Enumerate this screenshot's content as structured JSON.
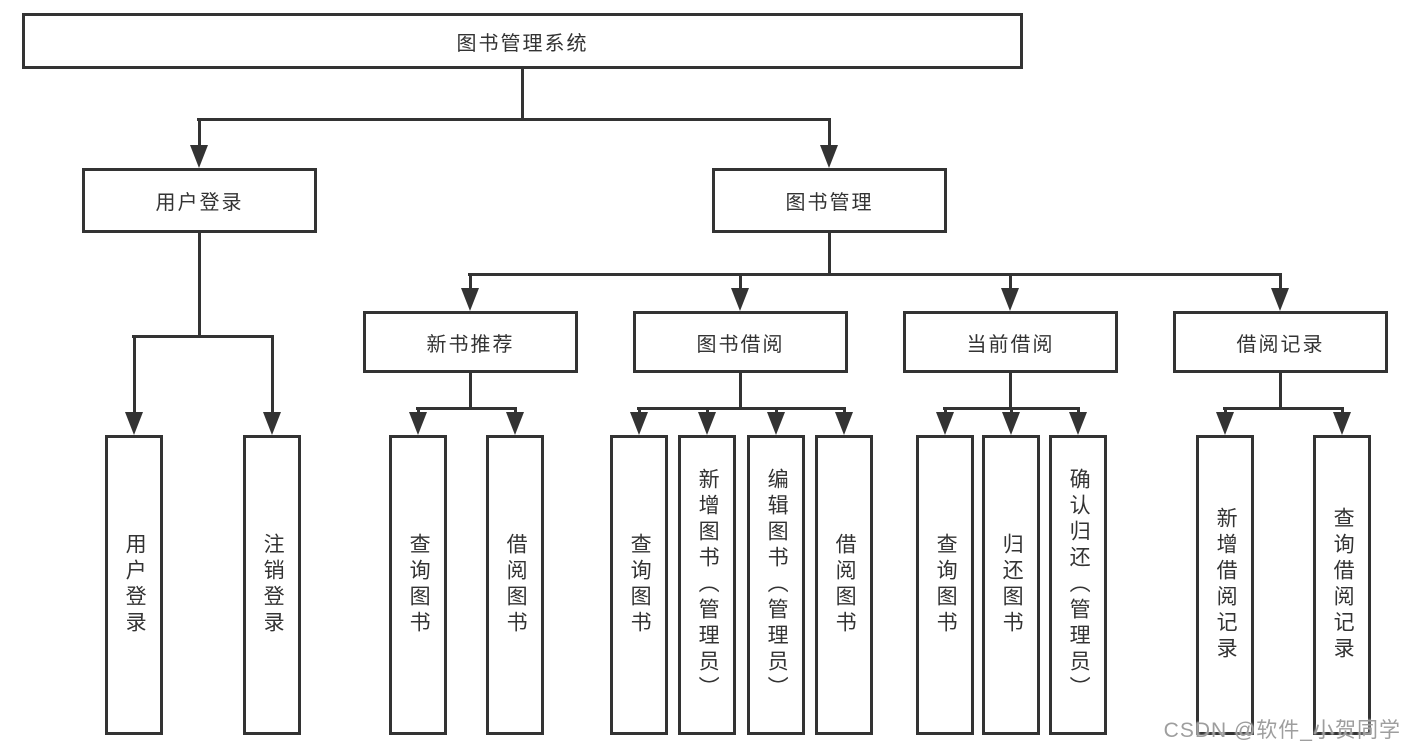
{
  "diagram_title": "图书管理系统",
  "watermark": "CSDN @软件_小贺同学",
  "colors": {
    "line": "#333333",
    "text": "#333333",
    "box_background": "#ffffff",
    "watermark_text": "#9e9e9e",
    "background": "#ffffff"
  },
  "nodes": {
    "root": "图书管理系统",
    "user_login": "用户登录",
    "book_mgmt": "图书管理",
    "new_book": "新书推荐",
    "book_borrow": "图书借阅",
    "current_borrow": "当前借阅",
    "borrow_record": "借阅记录",
    "leaf_user_login": "用户登录",
    "leaf_logout": "注销登录",
    "leaf_nb_query_book": "查询图书",
    "leaf_nb_borrow_book": "借阅图书",
    "leaf_bb_query_book": "查询图书",
    "leaf_bb_add_book": "新增图书（管理员）",
    "leaf_bb_edit_book": "编辑图书（管理员）",
    "leaf_bb_borrow_book": "借阅图书",
    "leaf_cb_query_book": "查询图书",
    "leaf_cb_return_book": "归还图书",
    "leaf_cb_confirm_return": "确认归还（管理员）",
    "leaf_br_add_record": "新增借阅记录",
    "leaf_br_query_record": "查询借阅记录"
  }
}
